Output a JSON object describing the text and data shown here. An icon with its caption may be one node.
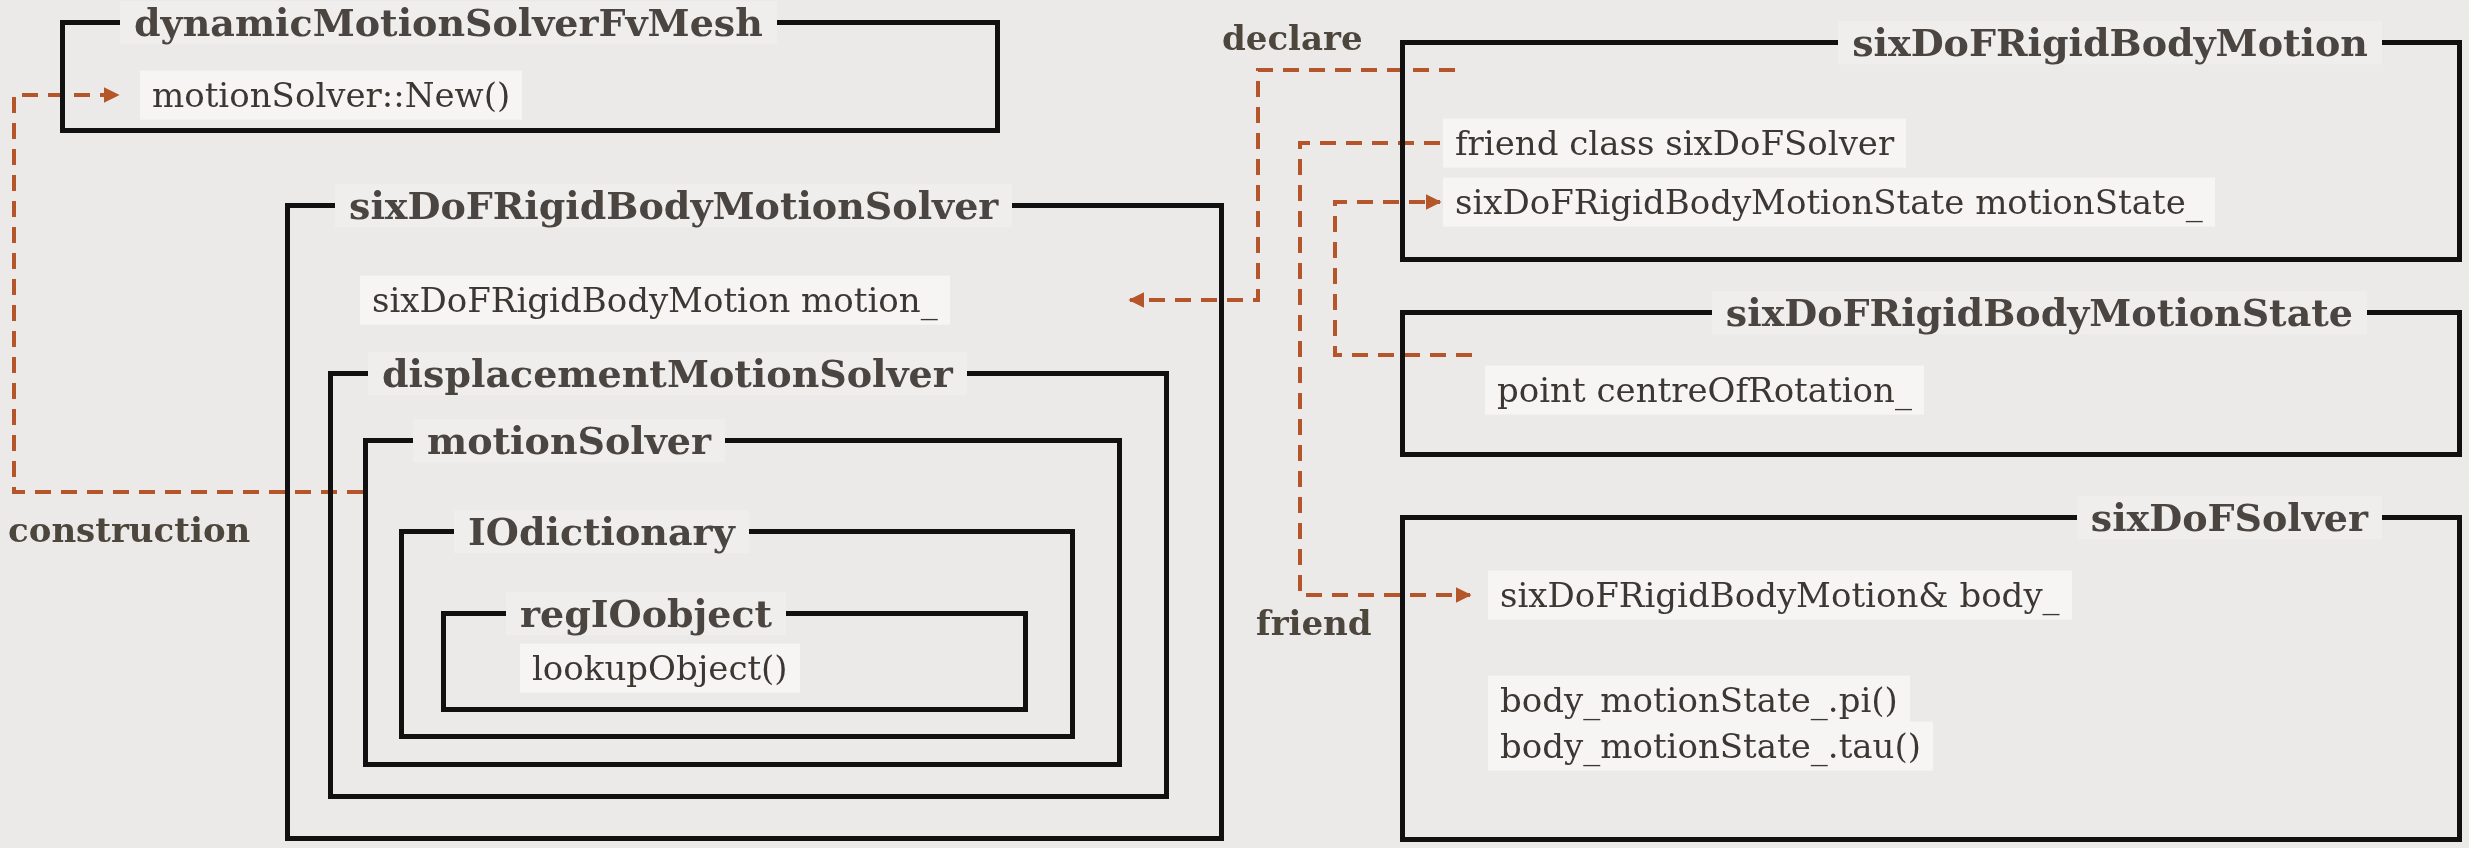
{
  "diagram": {
    "nodes": [
      {
        "text": [
          "dynamicMotionSolverFvMesh",
          "motionSolver::New()"
        ]
      },
      {
        "text": [
          "sixDoFRigidBodyMotionSolver",
          "sixDoFRigidBodyMotion motion_"
        ]
      },
      {
        "text": [
          "displacementMotionSolver"
        ],
        "in": 1
      },
      {
        "text": [
          "motionSolver"
        ],
        "in": 2
      },
      {
        "text": [
          "IOdictionary"
        ],
        "in": 3
      },
      {
        "text": [
          "regIOobject",
          "lookupObject()"
        ],
        "in": 4
      },
      {
        "text": [
          "sixDoFRigidBodyMotion",
          "friend class sixDoFSolver",
          "sixDoFRigidBodyMotionState motionState_"
        ]
      },
      {
        "text": [
          "sixDoFRigidBodyMotionState",
          "point centreOfRotation_"
        ]
      },
      {
        "text": [
          "sixDoFSolver",
          "sixDoFRigidBodyMotion& body_",
          "body_motionState_.pi()",
          "body_motionState_.tau()"
        ]
      }
    ],
    "edges": [
      {
        "from": 3,
        "to": 0,
        "arrow": "to",
        "label": "construction",
        "style": "dashed"
      },
      {
        "from": 6,
        "to": 1,
        "arrow": "to",
        "label": "declare",
        "style": "dashed"
      },
      {
        "from": 6,
        "to": 8,
        "arrow": "to",
        "label": "friend",
        "style": "dashed"
      },
      {
        "from": 7,
        "to": 6,
        "arrow": "to",
        "style": "dashed"
      }
    ]
  }
}
